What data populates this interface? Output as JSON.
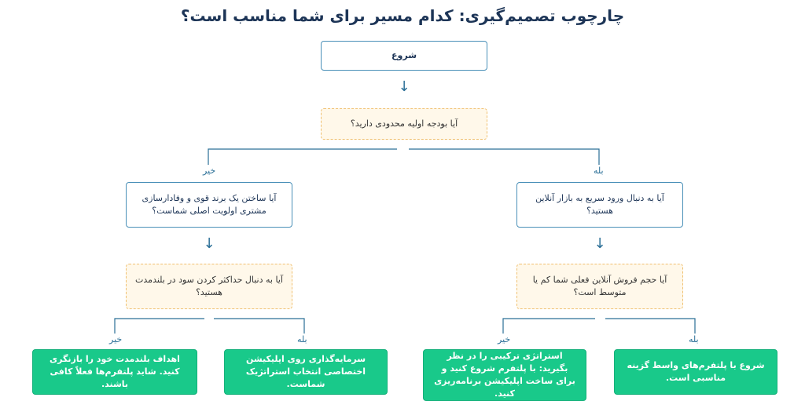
{
  "title": "چارچوب تصمیم‌گیری: کدام مسیر برای شما مناسب است؟",
  "nodes": {
    "start": "شروع",
    "q_budget": "آیا بودجه اولیه محدودی دارید؟",
    "q_fast_market": "آیا به دنبال ورود سریع به بازار آنلاین هستید؟",
    "q_brand": "آیا ساختن یک برند قوی و وفادارسازی مشتری اولویت اصلی شماست؟",
    "q_sales_volume": "آیا حجم فروش آنلاین فعلی شما کم یا متوسط است؟",
    "q_max_profit": "آیا به دنبال حداکثر کردن سود در بلندمدت هستید؟",
    "r_platforms": "شروع با پلتفرم‌های واسط گزینه مناسبی است.",
    "r_hybrid": "استراتژی ترکیبی را در نظر بگیرید: با پلتفرم شروع کنید و برای ساخت اپلیکیشن برنامه‌ریزی کنید.",
    "r_invest_app": "سرمایه‌گذاری روی اپلیکیشن اختصاصی انتخاب استراتژیک شماست.",
    "r_review_goals": "اهداف بلندمدت خود را بازنگری کنید. شاید پلتفرم‌ها فعلاً کافی باشند."
  },
  "edge_labels": {
    "yes": "بله",
    "no": "خیر"
  },
  "arrow_glyph": "↓",
  "colors": {
    "line": "#2a6f97",
    "result": "#19c98a",
    "decision_fill": "#fff8ea",
    "decision_border": "#f0c070"
  }
}
